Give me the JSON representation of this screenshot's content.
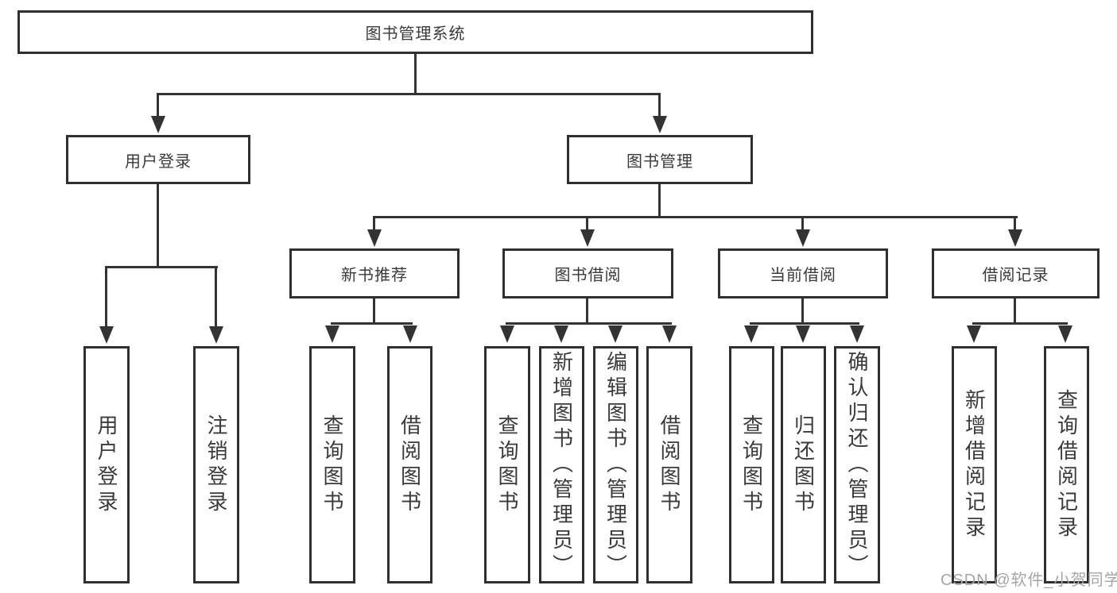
{
  "diagram": {
    "type": "hierarchy-tree",
    "watermark": "CSDN @软件_小贺同学",
    "colors": {
      "line": "#333333",
      "box_border": "#2f2f2f",
      "text": "#3a3a3a",
      "background": "#ffffff",
      "watermark": "#a5a5a5"
    },
    "root": {
      "label": "图书管理系统"
    },
    "level2": [
      {
        "label": "用户登录",
        "children": [
          {
            "label": "用户登录"
          },
          {
            "label": "注销登录"
          }
        ]
      },
      {
        "label": "图书管理",
        "children": [
          {
            "label": "新书推荐",
            "children": [
              {
                "label": "查询图书"
              },
              {
                "label": "借阅图书"
              }
            ]
          },
          {
            "label": "图书借阅",
            "children": [
              {
                "label": "查询图书"
              },
              {
                "label": "新增图书（管理员）"
              },
              {
                "label": "编辑图书（管理员）"
              },
              {
                "label": "借阅图书"
              }
            ]
          },
          {
            "label": "当前借阅",
            "children": [
              {
                "label": "查询图书"
              },
              {
                "label": "归还图书"
              },
              {
                "label": "确认归还（管理员）"
              }
            ]
          },
          {
            "label": "借阅记录",
            "children": [
              {
                "label": "新增借阅记录"
              },
              {
                "label": "查询借阅记录"
              }
            ]
          }
        ]
      }
    ]
  }
}
